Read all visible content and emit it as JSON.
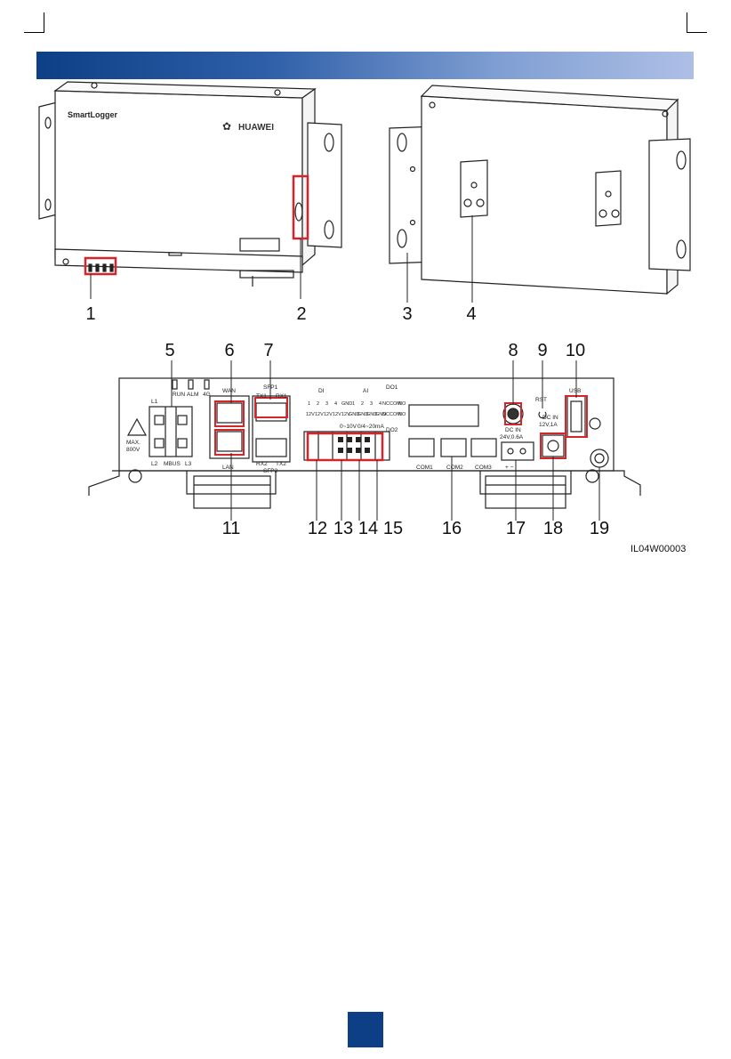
{
  "banner": {
    "color_start": "#0d3f86",
    "color_end": "#aebfe6"
  },
  "device_front": {
    "brand": "SmartLogger",
    "logo": "HUAWEI"
  },
  "callouts": [
    "1",
    "2",
    "3",
    "4",
    "5",
    "6",
    "7",
    "8",
    "9",
    "10",
    "11",
    "12",
    "13",
    "14",
    "15",
    "16",
    "17",
    "18",
    "19"
  ],
  "panel_labels": {
    "run": "RUN",
    "alm": "ALM",
    "g4": "4G",
    "l1": "L1",
    "l2": "L2",
    "mbus": "MBUS",
    "l3": "L3",
    "max": "MAX.",
    "voltage": "800V",
    "wan": "WAN",
    "lan": "LAN",
    "sfp1": "SFP1",
    "tx1": "TX1",
    "rx1": "RX1",
    "rx2": "RX2",
    "tx2": "TX2",
    "sfp2": "SFP2",
    "di": "DI",
    "ai": "AI",
    "do1": "DO1",
    "do2": "DO2",
    "di_nums": [
      "1",
      "2",
      "3",
      "4",
      "GND"
    ],
    "di_volts": [
      "12V",
      "12V",
      "12V",
      "12V",
      "12V"
    ],
    "ai_nums": [
      "1",
      "2",
      "3",
      "4"
    ],
    "ai_gnd": [
      "GND",
      "GND",
      "GND",
      "GND"
    ],
    "do_top": [
      "NC",
      "COM",
      "NO"
    ],
    "do_bot": [
      "NC",
      "COM",
      "NO"
    ],
    "ai_range1": "0~10V",
    "ai_range2": "0/4~20mA",
    "com1": "COM1",
    "com2": "COM2",
    "com3": "COM3",
    "dc_in_1a": "DC IN",
    "dc_in_1b": "24V,0.6A",
    "rst": "RST",
    "dc_in_2a": "DC IN",
    "dc_in_2b": "12V,1A",
    "usb": "USB",
    "plus_minus": "+ −"
  },
  "figure_id": "IL04W00003"
}
